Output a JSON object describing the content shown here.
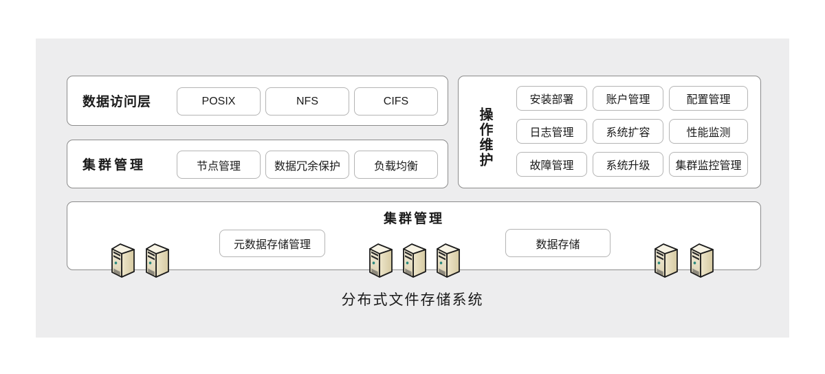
{
  "page": {
    "title": "分布式文件存储系统"
  },
  "boxes": {
    "data_access": {
      "label": "数据访问层",
      "items": [
        "POSIX",
        "NFS",
        "CIFS"
      ]
    },
    "cluster_management": {
      "label": "集群管理",
      "items": [
        "节点管理",
        "数据冗余保护",
        "负载均衡"
      ]
    },
    "operations": {
      "label": "操作维护",
      "items": [
        "安装部署",
        "账户管理",
        "配置管理",
        "日志管理",
        "系统扩容",
        "性能监测",
        "故障管理",
        "系统升级",
        "集群监控管理"
      ]
    },
    "storage_cluster": {
      "label": "集群管理",
      "items": [
        "元数据存储管理",
        "数据存储"
      ],
      "server_icon": "server-tower-icon",
      "server_groups": [
        2,
        3,
        2
      ]
    }
  },
  "colors": {
    "panel_bg": "#ededee",
    "box_bg": "#ffffff",
    "box_border": "#8a8a8a",
    "node_border": "#b3b3b3",
    "text": "#1a1a1a",
    "server_body": "#e9dfc2",
    "server_led": "#2e8b7f"
  }
}
